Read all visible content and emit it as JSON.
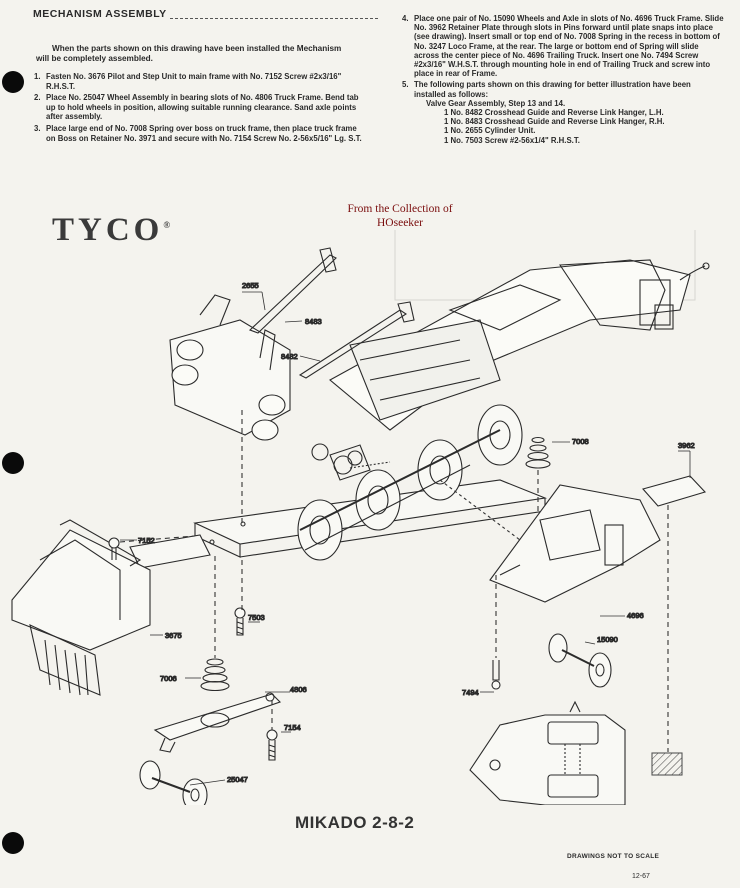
{
  "header": {
    "section": "MECHANISM ASSEMBLY"
  },
  "intro": "When the parts shown on this drawing have been installed the Mechanism will be completely assembled.",
  "steps_left": [
    {
      "n": "1.",
      "text": "Fasten No. 3676 Pilot and Step Unit to main frame with No. 7152 Screw #2x3/16\" R.H.S.T."
    },
    {
      "n": "2.",
      "text": "Place No. 25047 Wheel Assembly in bearing slots of No. 4806 Truck Frame. Bend tab up to hold wheels in position, allowing suitable running clearance. Sand axle points after assembly."
    },
    {
      "n": "3.",
      "text": "Place large end of No. 7008 Spring over boss on truck frame, then place truck frame on Boss on Retainer No. 3971 and secure with No. 7154 Screw No. 2-56x5/16\" Lg. S.T."
    }
  ],
  "steps_right": [
    {
      "n": "4.",
      "text": "Place one pair of No. 15090 Wheels and Axle in slots of No. 4696 Truck Frame. Slide No. 3962 Retainer Plate through slots in Pins forward until plate snaps into place (see drawing). Insert small or top end of No. 7008 Spring in the recess in bottom of No. 3247 Loco Frame, at the rear. The large or bottom end of Spring will slide across the center piece of No. 4696 Trailing Truck. Insert one No. 7494 Screw #2x3/16\" W.H.S.T. through mounting hole in end of Trailing Truck and screw into place in rear of Frame."
    },
    {
      "n": "5.",
      "text": "The following parts shown on this drawing for better illustration have been installed as follows:"
    }
  ],
  "valve_gear": {
    "heading": "Valve Gear Assembly, Step 13 and 14.",
    "items": [
      "1 No. 8482 Crosshead Guide and Reverse Link Hanger, L.H.",
      "1 No. 8483 Crosshead Guide and Reverse Link Hanger, R.H.",
      "1 No. 2655 Cylinder Unit.",
      "1 No. 7503 Screw #2-56x1/4\" R.H.S.T."
    ]
  },
  "logo": {
    "text": "TYCO",
    "mark": "®"
  },
  "credit": {
    "line1": "From the Collection of",
    "line2": "HOseeker"
  },
  "part_labels": {
    "p2655": "2655",
    "p8483": "8483",
    "p8482": "8482",
    "p7152": "7152",
    "p3675": "3675",
    "p7503": "7503",
    "p7006": "7006",
    "p4806": "4806",
    "p7154": "7154",
    "p25047": "25047",
    "p7008": "7008",
    "p3962": "3962",
    "p4696": "4696",
    "p15090": "15090",
    "p7494": "7494"
  },
  "title": "MIKADO 2-8-2",
  "note": "DRAWINGS NOT TO SCALE",
  "code": "12-67"
}
